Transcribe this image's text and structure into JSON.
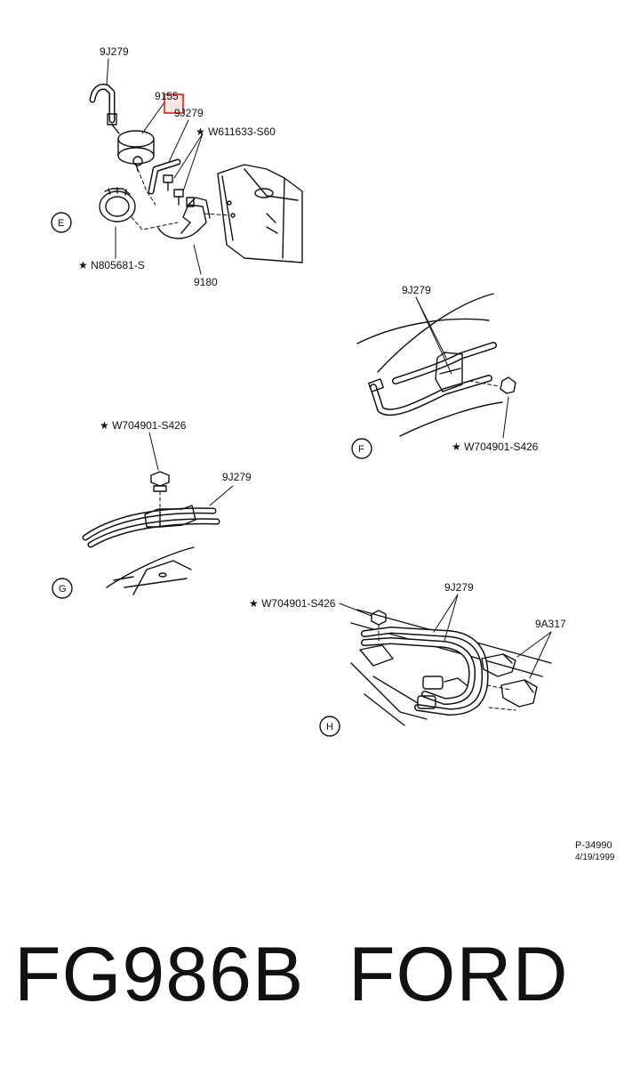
{
  "labels": {
    "e_9j279_top": "9J279",
    "e_9155": "9155",
    "e_9j279_mid": "9J279",
    "e_w611633": "★ W611633-S60",
    "e_n805681": "★ N805681-S",
    "e_9180": "9180",
    "f_9j279": "9J279",
    "f_w704901": "★ W704901-S426",
    "g_w704901": "★ W704901-S426",
    "g_9j279": "9J279",
    "h_w704901": "★ W704901-S426",
    "h_9j279": "9J279",
    "h_9a317": "9A317"
  },
  "views": {
    "e": "E",
    "f": "F",
    "g": "G",
    "h": "H"
  },
  "reference": {
    "code": "P-34990",
    "date": "4/19/1999"
  },
  "footer": {
    "part_number": "FG986B",
    "brand": "FORD"
  },
  "colors": {
    "highlight": "#e02020",
    "ink": "#111111"
  }
}
